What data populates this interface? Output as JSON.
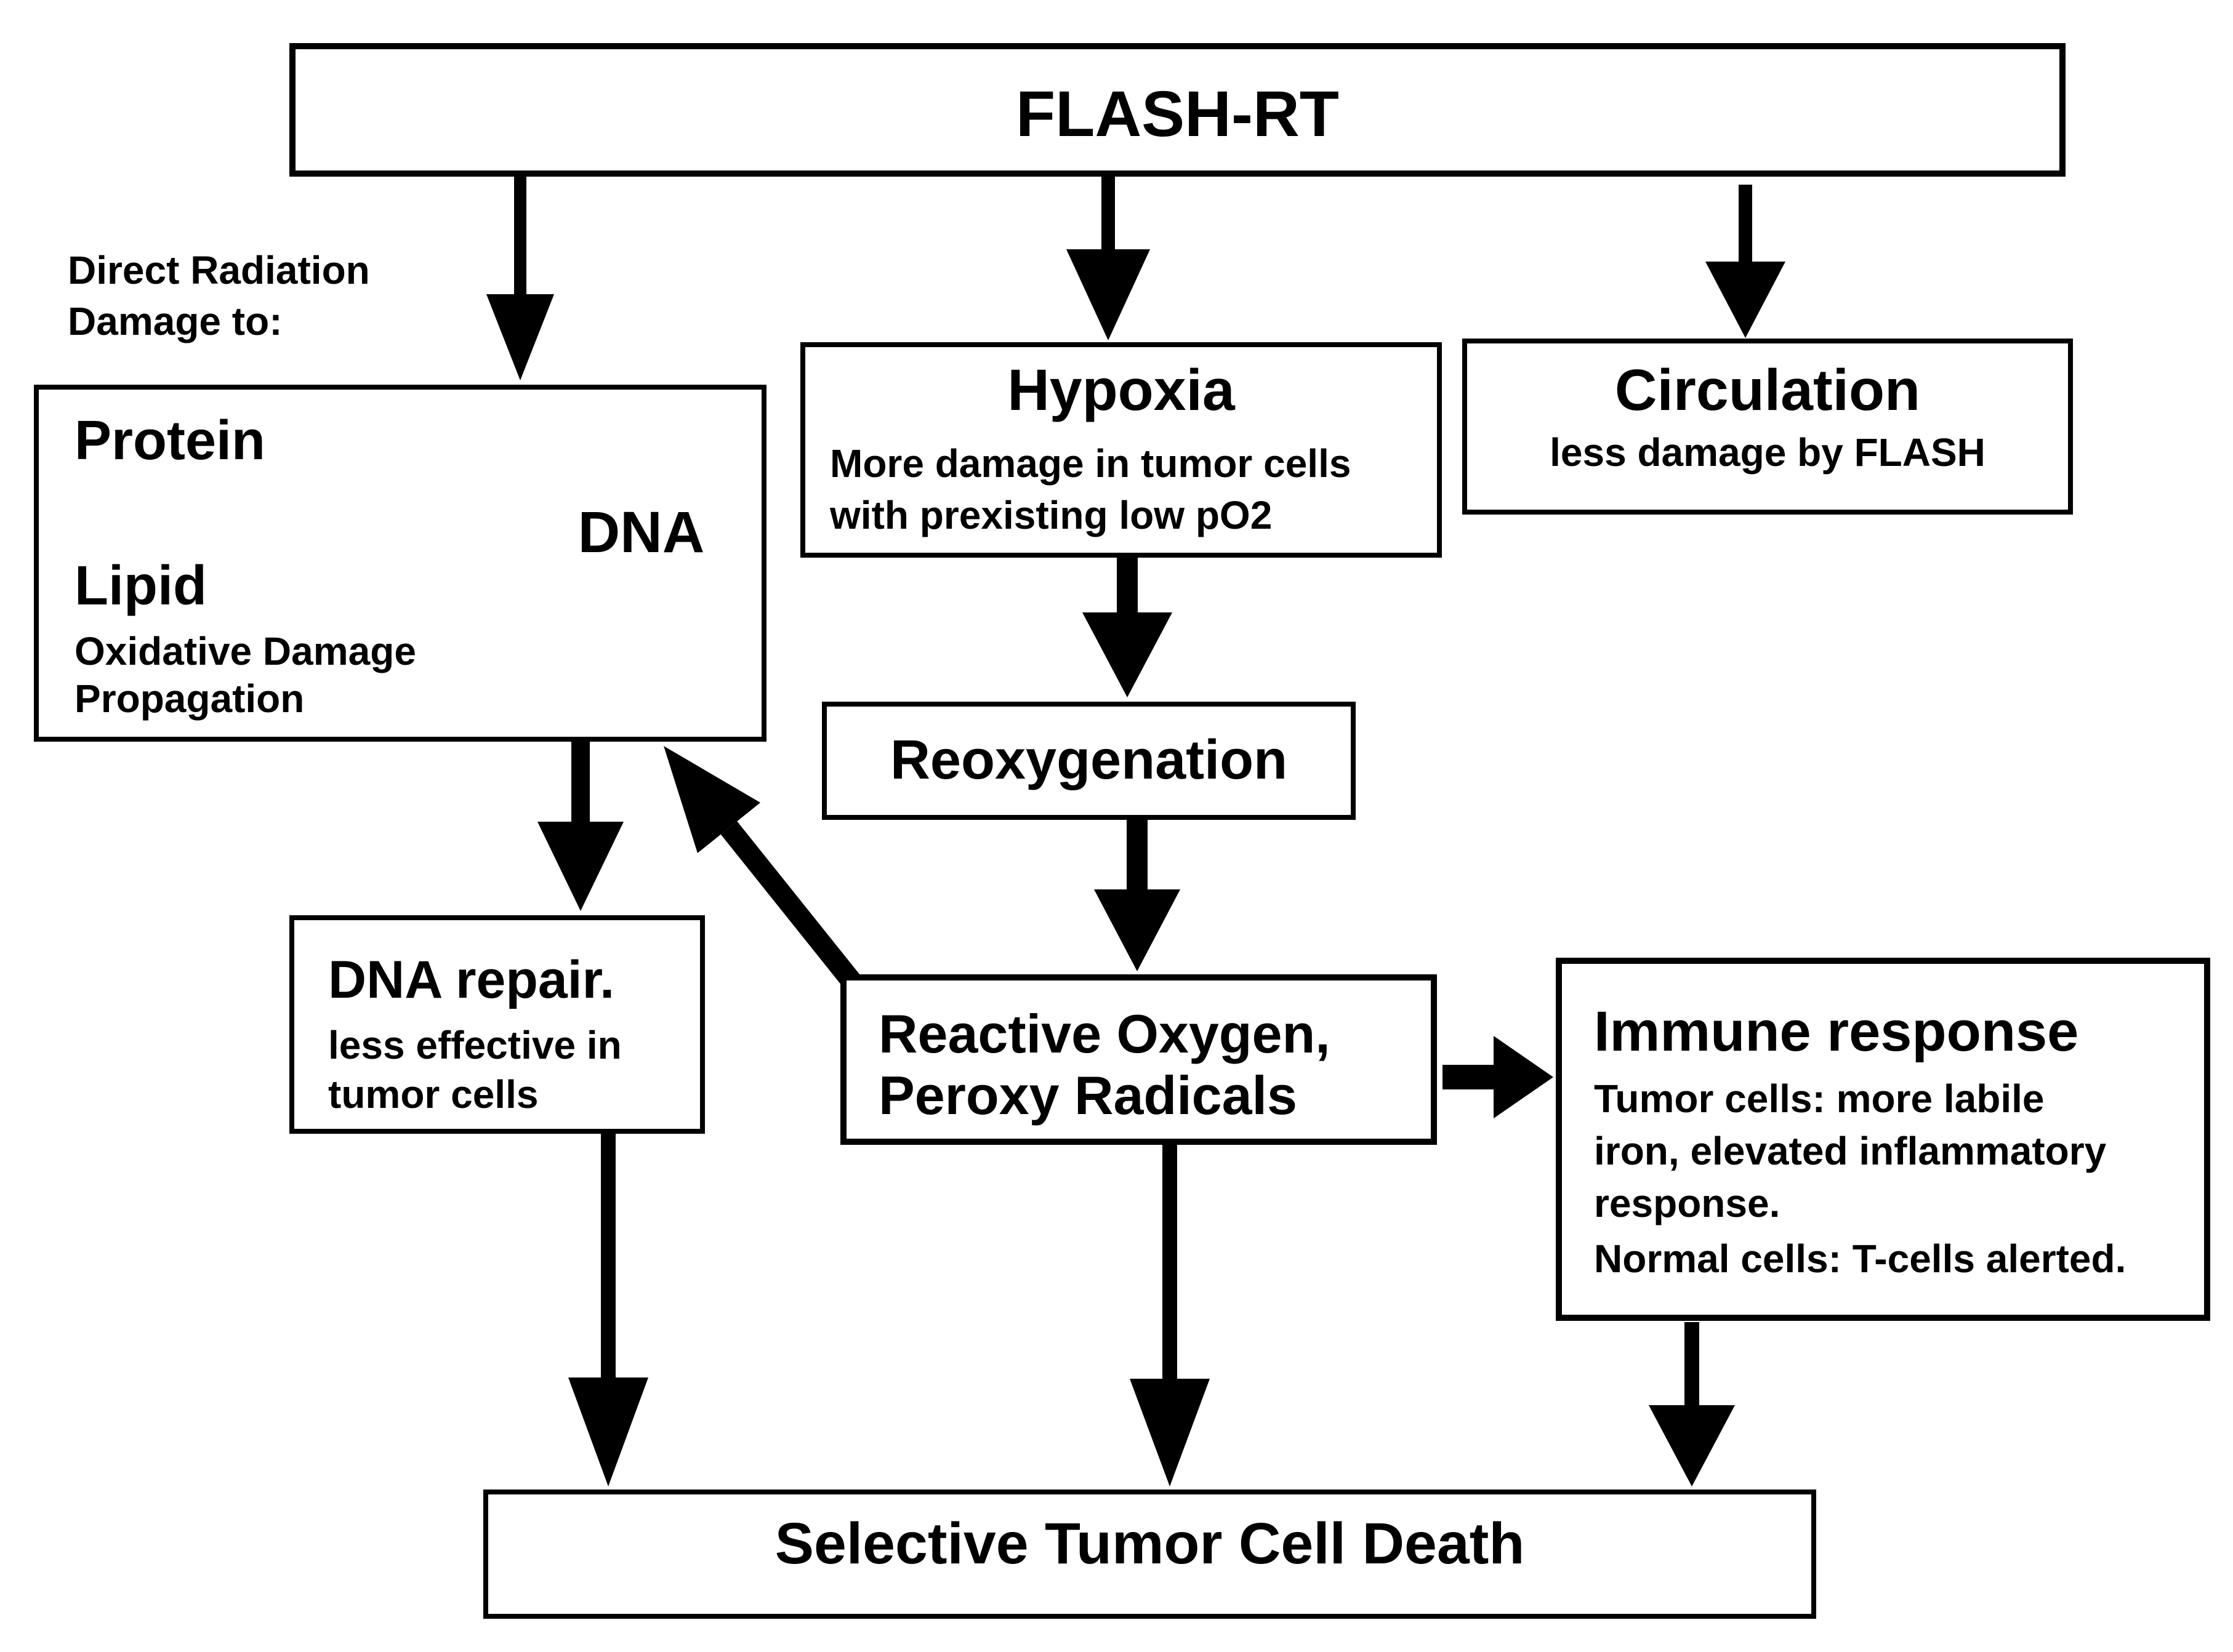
{
  "colors": {
    "ink": "#000000",
    "background": "#ffffff"
  },
  "nodes": {
    "flash_rt": {
      "title": "FLASH-RT"
    },
    "direct_damage_label": {
      "line1": "Direct Radiation",
      "line2": "Damage to:"
    },
    "damage_targets": {
      "protein": "Protein",
      "lipid": "Lipid",
      "lipid_note_line1": "Oxidative Damage",
      "lipid_note_line2": "Propagation",
      "dna": "DNA"
    },
    "hypoxia": {
      "title": "Hypoxia",
      "body_line1": "More damage in tumor cells",
      "body_line2": "with prexisting low pO2"
    },
    "circulation": {
      "title": "Circulation",
      "body": "less damage by FLASH"
    },
    "reoxygenation": {
      "title": "Reoxygenation"
    },
    "dna_repair": {
      "title": "DNA repair.",
      "body_line1": "less effective in",
      "body_line2": "tumor cells"
    },
    "reactive_oxygen": {
      "title_line1": "Reactive Oxygen,",
      "title_line2": "Peroxy Radicals"
    },
    "immune_response": {
      "title": "Immune response",
      "body_line1": "Tumor cells: more labile",
      "body_line2": "iron, elevated inflammatory",
      "body_line3": "response.",
      "body_line4": "Normal cells: T-cells alerted."
    },
    "outcome": {
      "title": "Selective Tumor Cell Death"
    }
  }
}
